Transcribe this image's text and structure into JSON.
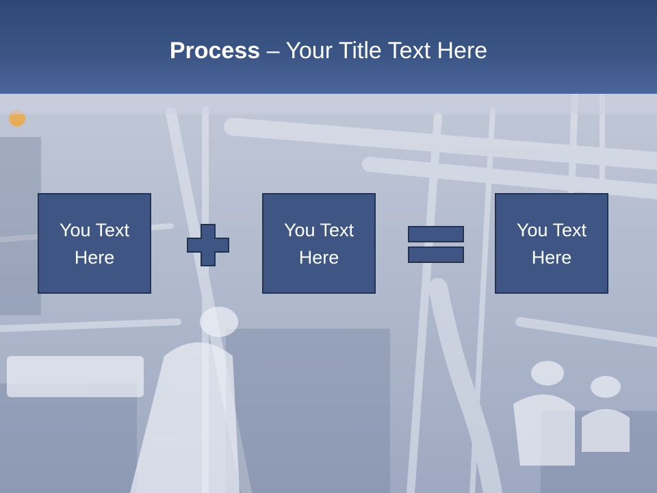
{
  "slide": {
    "title_bold": "Process",
    "title_rest": " – Your Title Text Here",
    "boxes": [
      {
        "text": "You Text Here"
      },
      {
        "text": "You Text Here"
      },
      {
        "text": "You Text Here"
      }
    ],
    "operators": [
      "plus-icon",
      "equals-icon"
    ],
    "colors": {
      "header": "#3b5686",
      "box_fill": "#3f5685",
      "box_border": "#23324f",
      "text": "#ffffff"
    }
  }
}
